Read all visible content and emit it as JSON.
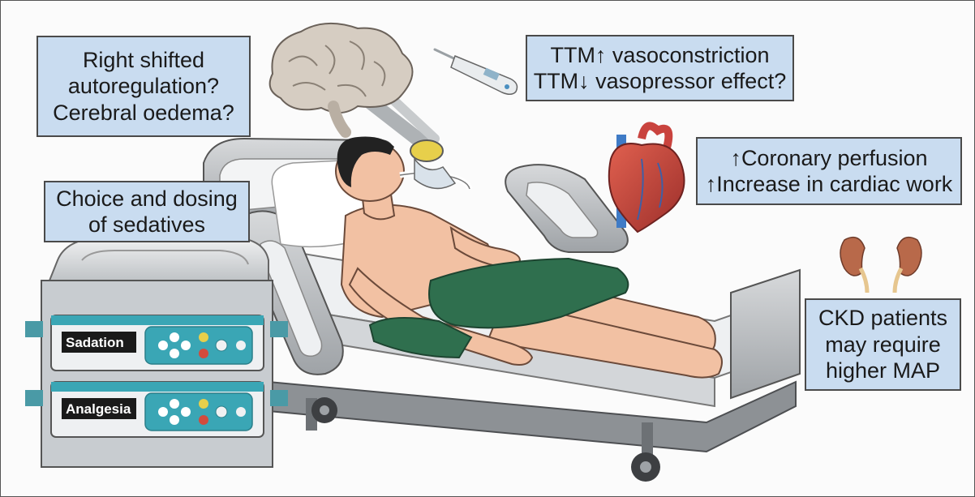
{
  "callouts": {
    "brain": {
      "lines": [
        "Right shifted",
        "autoregulation?",
        "Cerebral oedema?"
      ]
    },
    "ttm": {
      "lines": [
        "TTM↑ vasoconstriction",
        "TTM↓ vasopressor effect?"
      ]
    },
    "heart": {
      "lines": [
        "↑Coronary perfusion",
        "↑Increase in cardiac work"
      ]
    },
    "sedatives": {
      "lines": [
        "Choice and dosing",
        "of sedatives"
      ]
    },
    "ckd": {
      "lines": [
        "CKD patients",
        "may require",
        "higher MAP"
      ]
    }
  },
  "pumps": {
    "top_label": "Sadation",
    "bottom_label": "Analgesia"
  },
  "colors": {
    "callout_fill": "#c9dcf0",
    "skin": "#f2c1a3",
    "blanket": "#2f6f4e",
    "bed_frame": "#b9bcbf",
    "pump_teal": "#3aa6b5",
    "heart_red": "#c9433e",
    "kidney": "#b8694a"
  },
  "icons": [
    "brain-icon",
    "thermometer-icon",
    "heart-icon",
    "kidney-icon",
    "oxygen-mask-icon",
    "infusion-pump-icon"
  ]
}
